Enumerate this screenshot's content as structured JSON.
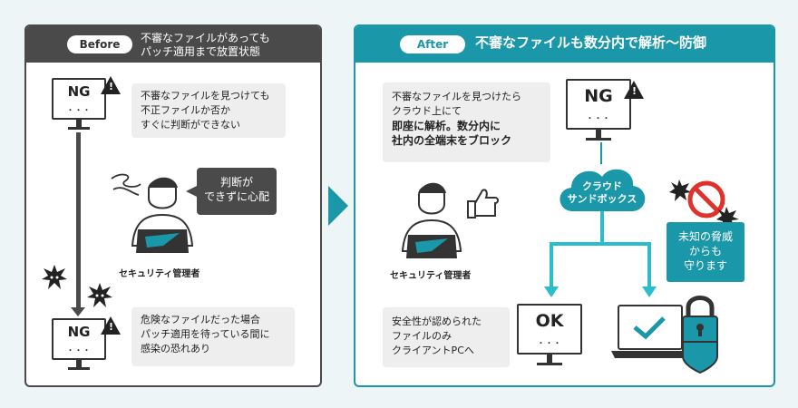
{
  "before": {
    "badge": "Before",
    "title_line1": "不審なファイルがあっても",
    "title_line2": "パッチ適用まで放置状態",
    "ng_top": "NG",
    "ng_bottom": "NG",
    "box1": [
      "不審なファイルを見つけても",
      "不正ファイルか否か",
      "すぐに判断ができない"
    ],
    "bubble": [
      "判断が",
      "できずに心配"
    ],
    "admin_label": "セキュリティ管理者",
    "box2": [
      "危険なファイルだった場合",
      "パッチ適用を待っている間に",
      "感染の恐れあり"
    ]
  },
  "after": {
    "badge": "After",
    "title": "不審なファイルも数分内で解析〜防御",
    "box1": [
      "不審なファイルを見つけたら",
      "クラウド上にて"
    ],
    "box1_bold": [
      "即座に解析。数分内に",
      "社内の全端末をブロック"
    ],
    "ng": "NG",
    "cloud": [
      "クラウド",
      "サンドボックス"
    ],
    "admin_label": "セキュリティ管理者",
    "threat_box": [
      "未知の脅威",
      "からも",
      "守ります"
    ],
    "box2": [
      "安全性が認められた",
      "ファイルのみ",
      "クライアントPCへ"
    ],
    "ok": "OK"
  },
  "colors": {
    "teal": "#1a97a8",
    "dark": "#4a4a4a",
    "gray_box": "#eeeeee"
  }
}
